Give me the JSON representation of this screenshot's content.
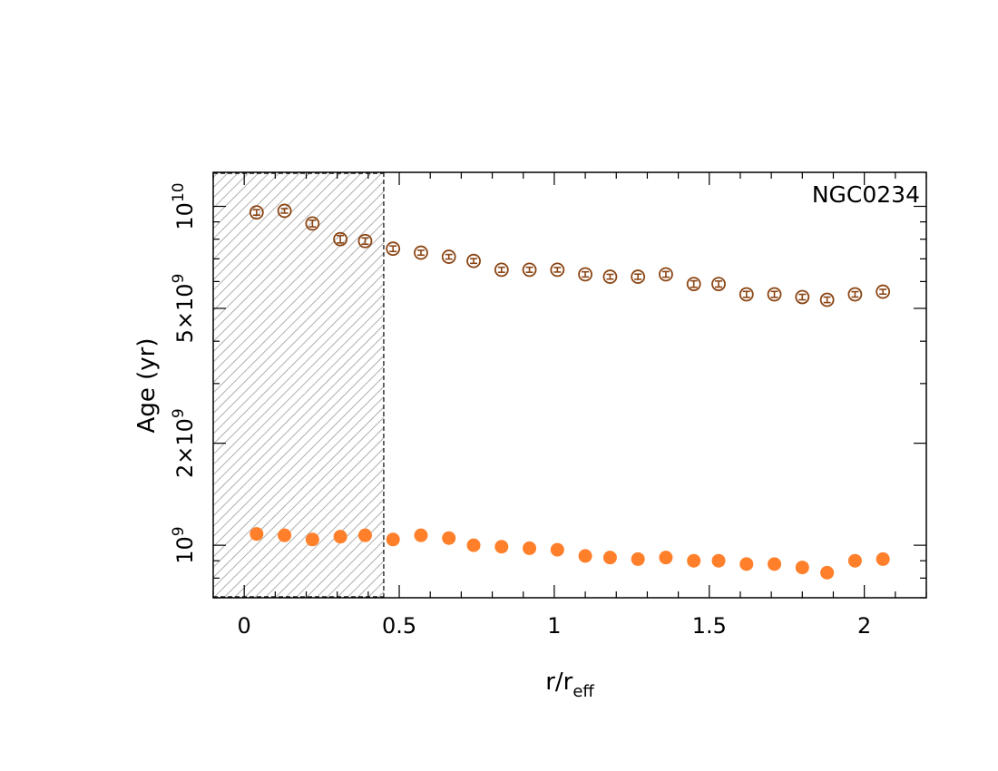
{
  "chart_data": {
    "type": "scatter",
    "title": "NGC0234",
    "xlabel_main": "r/r",
    "xlabel_sub": "eff",
    "ylabel": "Age (yr)",
    "xlim": [
      -0.1,
      2.2
    ],
    "ylim": [
      700000000,
      12600000000
    ],
    "yscale": "log",
    "x_ticks": [
      {
        "value": 0,
        "label": "0"
      },
      {
        "value": 0.5,
        "label": "0.5"
      },
      {
        "value": 1,
        "label": "1"
      },
      {
        "value": 1.5,
        "label": "1.5"
      },
      {
        "value": 2,
        "label": "2"
      }
    ],
    "y_ticks": [
      {
        "value": 1000000000,
        "label_base": "10",
        "label_exp": "9"
      },
      {
        "value": 2000000000,
        "label_base": "2×10",
        "label_exp": "9"
      },
      {
        "value": 5000000000,
        "label_base": "5×10",
        "label_exp": "9"
      },
      {
        "value": 10000000000,
        "label_base": "10",
        "label_exp": "10"
      }
    ],
    "shaded_region": {
      "x0": -0.1,
      "x1": 0.45
    },
    "series": [
      {
        "marker": "open-circle-errorbar",
        "color": "#8B4513",
        "x": [
          0.04,
          0.13,
          0.22,
          0.31,
          0.39,
          0.48,
          0.57,
          0.66,
          0.74,
          0.83,
          0.92,
          1.01,
          1.1,
          1.18,
          1.27,
          1.36,
          1.45,
          1.53,
          1.62,
          1.71,
          1.8,
          1.88,
          1.97,
          2.06
        ],
        "y": [
          9600000000,
          9700000000,
          8900000000,
          8000000000,
          7900000000,
          7500000000,
          7300000000,
          7100000000,
          6900000000,
          6500000000,
          6500000000,
          6500000000,
          6300000000,
          6200000000,
          6200000000,
          6300000000,
          5900000000,
          5900000000,
          5500000000,
          5500000000,
          5400000000,
          5300000000,
          5500000000,
          5600000000
        ],
        "err": [
          180000000,
          150000000,
          200000000,
          200000000,
          170000000,
          140000000,
          120000000,
          110000000,
          110000000,
          110000000,
          110000000,
          100000000,
          110000000,
          100000000,
          110000000,
          120000000,
          130000000,
          120000000,
          110000000,
          110000000,
          100000000,
          100000000,
          100000000,
          90000000
        ]
      },
      {
        "marker": "filled-circle",
        "color": "#FF7F2A",
        "x": [
          0.04,
          0.13,
          0.22,
          0.31,
          0.39,
          0.48,
          0.57,
          0.66,
          0.74,
          0.83,
          0.92,
          1.01,
          1.1,
          1.18,
          1.27,
          1.36,
          1.45,
          1.53,
          1.62,
          1.71,
          1.8,
          1.88,
          1.97,
          2.06
        ],
        "y": [
          1080000000,
          1070000000,
          1040000000,
          1060000000,
          1070000000,
          1040000000,
          1070000000,
          1050000000,
          1000000000,
          990000000,
          980000000,
          970000000,
          930000000,
          920000000,
          910000000,
          920000000,
          900000000,
          900000000,
          880000000,
          880000000,
          860000000,
          830000000,
          900000000,
          910000000
        ]
      }
    ]
  }
}
